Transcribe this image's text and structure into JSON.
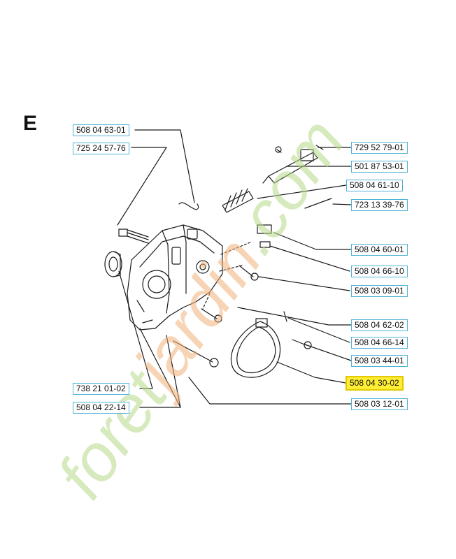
{
  "section_letter": "E",
  "colors": {
    "label_border": "#4fb3d6",
    "highlight_fill": "#ffee33",
    "watermark_green": "#b5d98a",
    "watermark_orange": "#f2b27a",
    "line": "#1a1a1a"
  },
  "parts": [
    {
      "id": "p1",
      "number": "508 04 63-01"
    },
    {
      "id": "p2",
      "number": "725 24 57-76"
    },
    {
      "id": "p3",
      "number": "729 52 79-01"
    },
    {
      "id": "p4",
      "number": "501 87 53-01"
    },
    {
      "id": "p5",
      "number": "508 04 61-10"
    },
    {
      "id": "p6",
      "number": "723 13 39-76"
    },
    {
      "id": "p7",
      "number": "508 04 60-01"
    },
    {
      "id": "p8",
      "number": "508 04 66-10"
    },
    {
      "id": "p9",
      "number": "508 03 09-01"
    },
    {
      "id": "p10",
      "number": "508 04 62-02"
    },
    {
      "id": "p11",
      "number": "508 04 66-14"
    },
    {
      "id": "p12",
      "number": "508 03 44-01"
    },
    {
      "id": "p13",
      "number": "508 04 30-02",
      "highlighted": true
    },
    {
      "id": "p14",
      "number": "508 03 12-01"
    },
    {
      "id": "p15",
      "number": "738 21 01-02"
    },
    {
      "id": "p16",
      "number": "508 04 22-14"
    }
  ],
  "watermark": {
    "text_a": "foret",
    "text_b": "jardin",
    "text_c": ".com"
  }
}
